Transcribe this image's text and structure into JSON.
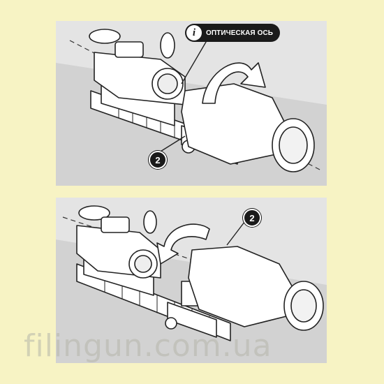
{
  "top_panel": {
    "axis_label": "ОПТИЧЕСКАЯ ОСЬ",
    "info_icon": "i",
    "callout_number": "2"
  },
  "bottom_panel": {
    "callout_number": "2"
  },
  "watermark": "filingun.com.ua",
  "colors": {
    "background": "#f7f3c4",
    "panel": "#e4e4e4",
    "ink": "#1a1a1a"
  }
}
